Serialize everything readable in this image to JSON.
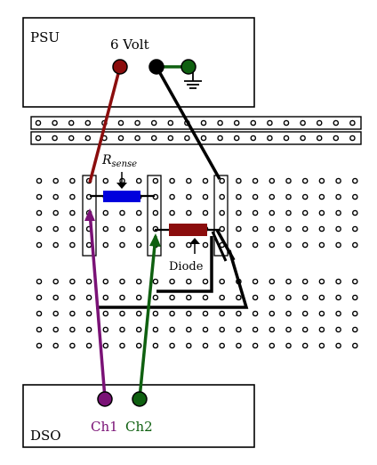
{
  "psu": {
    "label": "PSU",
    "voltage_label": "6 Volt"
  },
  "dso": {
    "label": "DSO",
    "ch1_label": "Ch1",
    "ch2_label": "Ch2"
  },
  "components": {
    "resistor_label": "R",
    "resistor_subscript": "sense",
    "diode_label": "Diode"
  },
  "colors": {
    "red_wire": "#8b0d0d",
    "black_wire": "#000000",
    "green_wire": "#0f6010",
    "purple_wire": "#7a1276",
    "resistor": "#0000dd",
    "diode": "#8b0d0d"
  }
}
